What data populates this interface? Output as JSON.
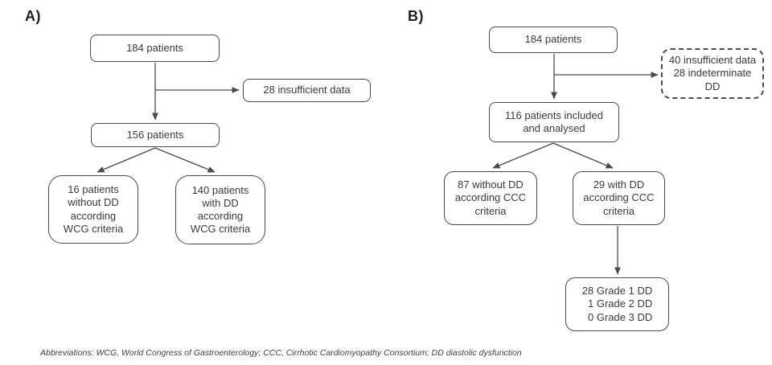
{
  "figure": {
    "type": "flow-diagram",
    "background": "#ffffff",
    "line_color": "#4a4a4a",
    "text_color": "#3a3a3a"
  },
  "panel_a": {
    "label": "A)",
    "boxes": {
      "total": "184 patients",
      "excluded": "28 insufficient data",
      "included": "156 patients",
      "without_dd": [
        "16 patients",
        "without DD",
        "according",
        "WCG criteria"
      ],
      "with_dd": [
        "140 patients",
        "with DD",
        "according",
        "WCG criteria"
      ]
    }
  },
  "panel_b": {
    "label": "B)",
    "boxes": {
      "total": "184 patients",
      "excluded": [
        "40 insufficient data",
        "28 indeterminate",
        "DD"
      ],
      "included": [
        "116 patients included",
        "and analysed"
      ],
      "without_dd": [
        "87 without DD",
        "according CCC",
        "criteria"
      ],
      "with_dd": [
        "29 with DD",
        "according CCC",
        "criteria"
      ],
      "grades": [
        "28 Grade 1 DD",
        "1 Grade 2 DD",
        "0 Grade 3 DD"
      ]
    }
  },
  "footer": "Abbreviations: WCG, World Congress of Gastroenterology; CCC, Cirrhotic Cardiomyopathy Consortium; DD diastolic dysfunction"
}
